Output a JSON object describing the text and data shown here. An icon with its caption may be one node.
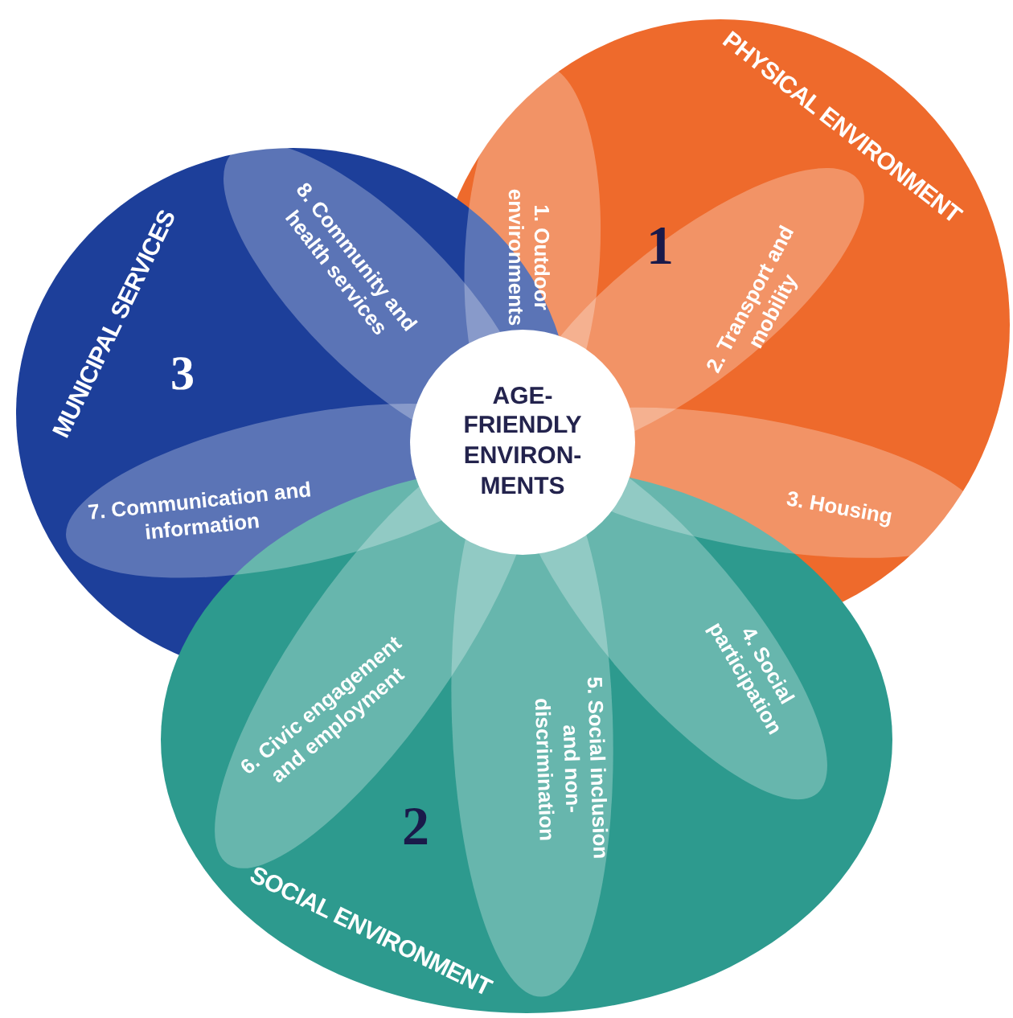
{
  "diagram": {
    "nodes": [
      {
        "text": [
          "PHYSICAL ENVIRONMENT",
          "1"
        ]
      },
      {
        "text": [
          "MUNICIPAL SERVICES",
          "3"
        ]
      },
      {
        "text": [
          "SOCIAL ENVIRONMENT",
          "2"
        ]
      },
      {
        "text": [
          "1. Outdoor environments"
        ],
        "in": 0
      },
      {
        "text": [
          "2. Transport and mobility"
        ],
        "in": 0
      },
      {
        "text": [
          "3. Housing"
        ],
        "in": 0
      },
      {
        "text": [
          "4. Social participation"
        ],
        "in": 2
      },
      {
        "text": [
          "5. Social inclusion and non-discrimination"
        ],
        "in": 2
      },
      {
        "text": [
          "6. Civic engagement and employment"
        ],
        "in": 2
      },
      {
        "text": [
          "7. Communication and information"
        ],
        "in": 1
      },
      {
        "text": [
          "8. Community and health services"
        ],
        "in": 1
      },
      {
        "text": [
          "AGE- FRIENDLY ENVIRON- MENTS"
        ]
      }
    ],
    "edges": []
  }
}
